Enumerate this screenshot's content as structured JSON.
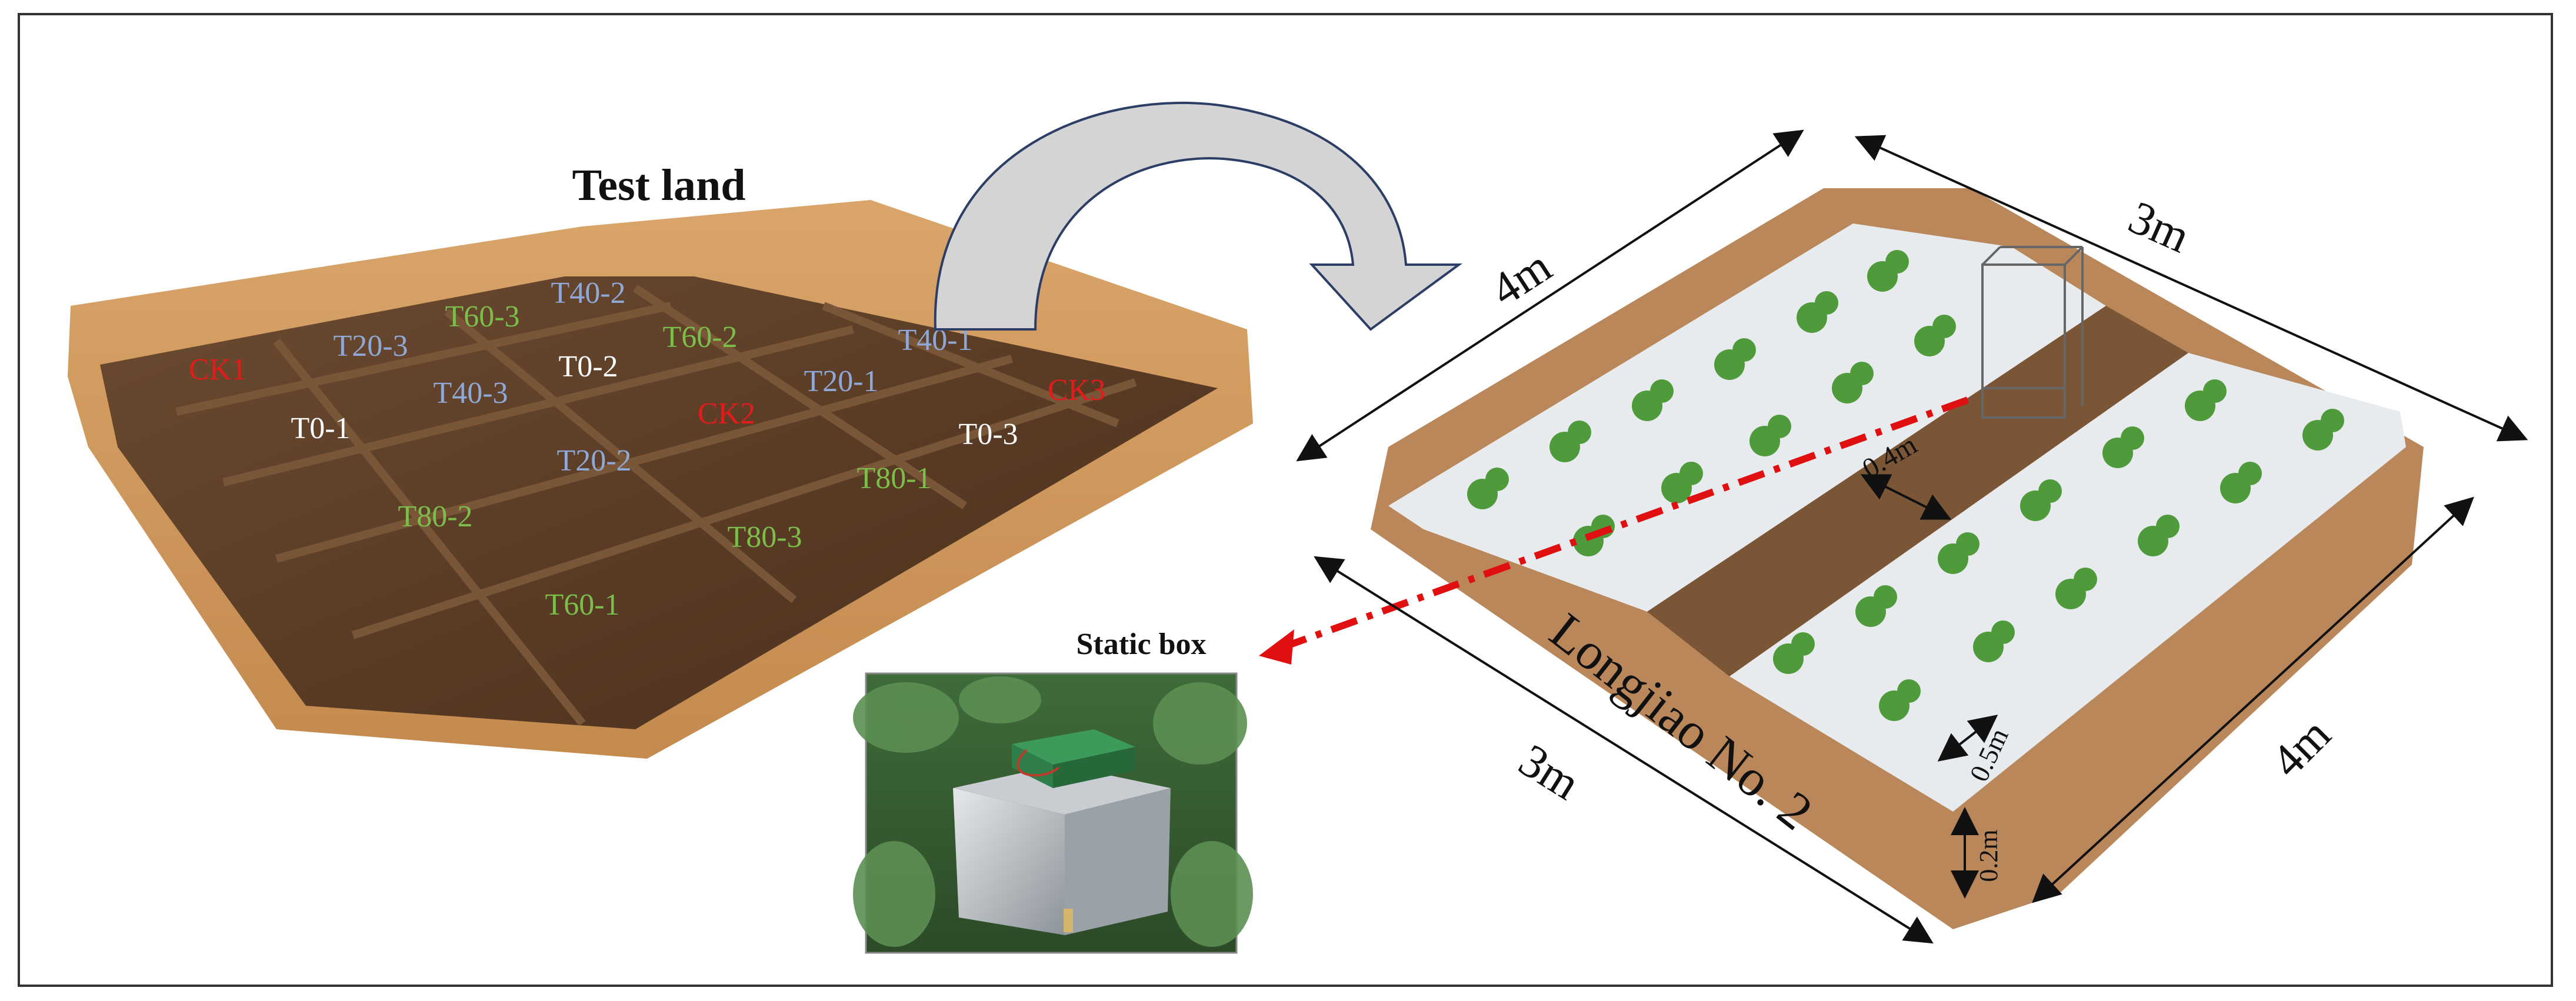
{
  "test_land": {
    "title": "Test land",
    "plots": [
      {
        "label": "CK1",
        "color": "#e31b1b"
      },
      {
        "label": "T60-3",
        "color": "#7bbf4a"
      },
      {
        "label": "T40-2",
        "color": "#8fa8d8"
      },
      {
        "label": "T20-3",
        "color": "#8fa8d8"
      },
      {
        "label": "T60-2",
        "color": "#7bbf4a"
      },
      {
        "label": "T40-1",
        "color": "#8fa8d8"
      },
      {
        "label": "T0-2",
        "color": "#ffffff"
      },
      {
        "label": "T40-3",
        "color": "#8fa8d8"
      },
      {
        "label": "T20-1",
        "color": "#8fa8d8"
      },
      {
        "label": "CK3",
        "color": "#e31b1b"
      },
      {
        "label": "CK2",
        "color": "#e31b1b"
      },
      {
        "label": "T0-1",
        "color": "#ffffff"
      },
      {
        "label": "T0-3",
        "color": "#ffffff"
      },
      {
        "label": "T20-2",
        "color": "#8fa8d8"
      },
      {
        "label": "T80-1",
        "color": "#7bbf4a"
      },
      {
        "label": "T80-2",
        "color": "#7bbf4a"
      },
      {
        "label": "T80-3",
        "color": "#7bbf4a"
      },
      {
        "label": "T60-1",
        "color": "#7bbf4a"
      }
    ]
  },
  "static_box": {
    "title": "Static box"
  },
  "field": {
    "variety_label": "Longjiao No. 2",
    "dims": {
      "top_left": "4m",
      "top_right": "3m",
      "bottom_left": "3m",
      "bottom_right": "4m",
      "furrow_width": "0.4m",
      "plant_spacing": "0.5m",
      "ridge_height": "0.2m"
    }
  },
  "colors": {
    "soil": "#b07a45",
    "soil_dark": "#5a3a22",
    "mulch": "#e9ecef",
    "plant": "#4f9a3a",
    "arrow_red": "#e01010",
    "frame": "#333333"
  }
}
